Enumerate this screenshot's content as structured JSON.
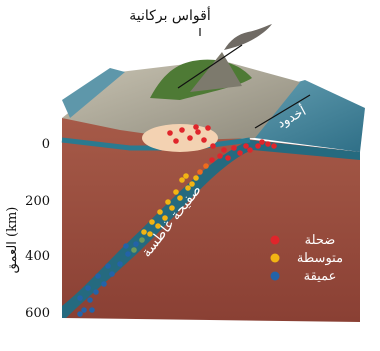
{
  "labels": {
    "volcanic_arc": "أقواس بركانية",
    "trench": "أخدود",
    "subducting_plate": "صفيحة غاطسة",
    "depth_axis": "العمق (km)"
  },
  "depth_ticks": [
    "0",
    "200",
    "400",
    "600"
  ],
  "legend": [
    {
      "label": "ضحلة",
      "color": "#e0252b"
    },
    {
      "label": "متوسطة",
      "color": "#f2b413"
    },
    {
      "label": "عميقة",
      "color": "#2363a8"
    }
  ],
  "colors": {
    "mantle": "#9a4c3f",
    "mantle_dark": "#7d3a31",
    "ocean": "#3e7f96",
    "plate_edge": "#1f5f73",
    "crust_top": "#a8a596",
    "sky": "#ffffff",
    "magma": "#f5d6b7"
  }
}
